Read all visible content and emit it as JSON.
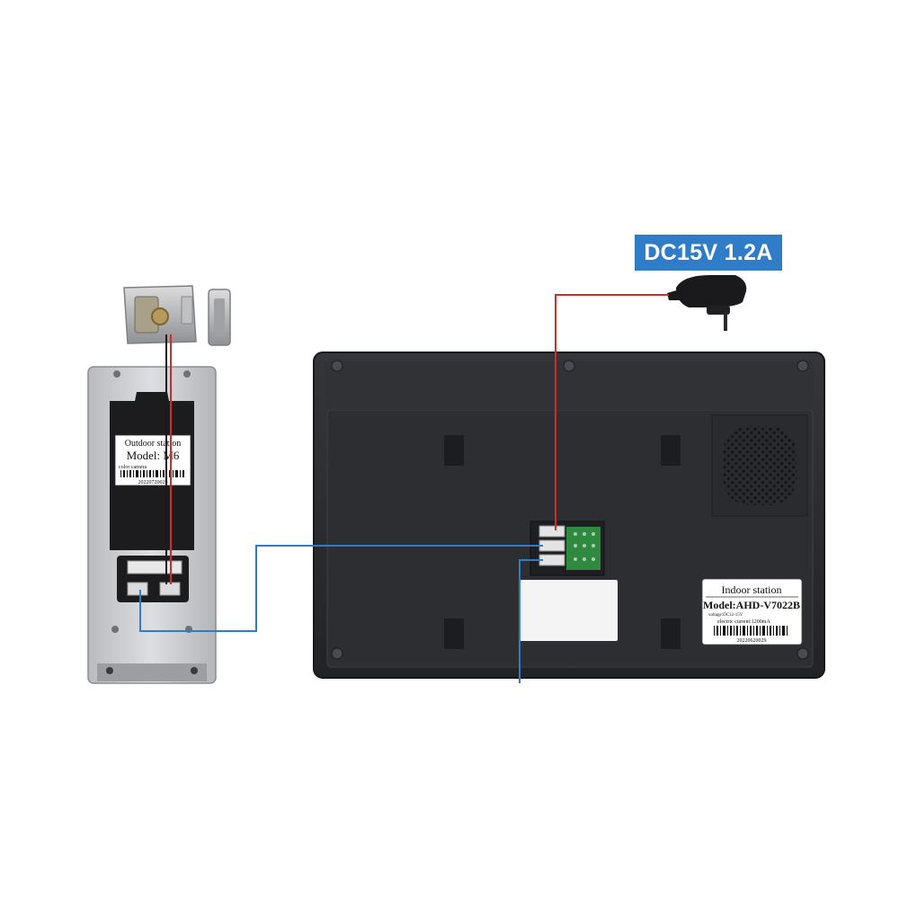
{
  "power_supply": {
    "label": "DC15V 1.2A"
  },
  "outdoor_station": {
    "title": "Outdoor station",
    "model": "Model: M6",
    "subtitle": "color camera",
    "serial": "20220720029"
  },
  "indoor_station": {
    "title": "Indoor station",
    "model": "Model:AHD-V7022B",
    "voltage": "voltage:DC12-15V",
    "current": "electric current:1200mA",
    "serial": "20220620029"
  },
  "colors": {
    "power_wire": "#d42a2a",
    "signal_wire": "#2f7cc9",
    "badge": "#2f7cc9",
    "monitor_body": "#2b2c30",
    "outdoor_plate": "#c9cbcf"
  }
}
